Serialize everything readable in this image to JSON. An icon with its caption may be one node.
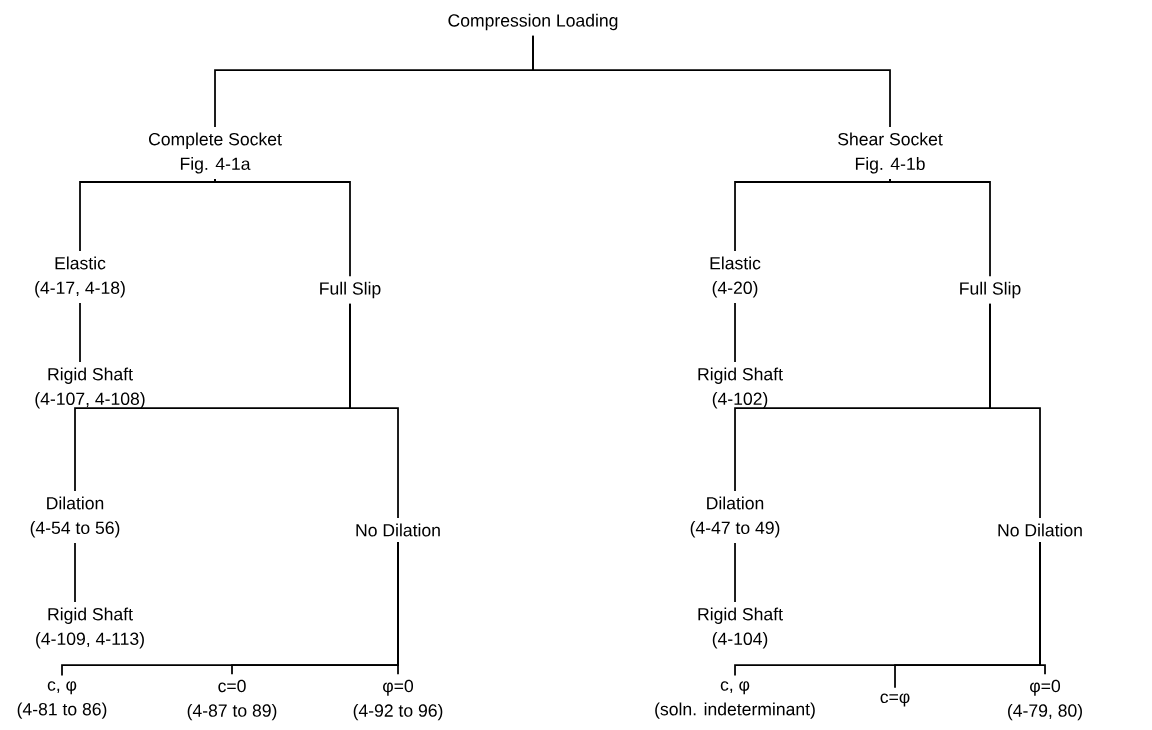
{
  "diagram": {
    "nodes": [
      {
        "text": [
          "Compression Loading"
        ]
      },
      {
        "text": [
          "Complete Socket",
          "Fig. 4-1a"
        ]
      },
      {
        "text": [
          "Shear Socket",
          "Fig. 4-1b"
        ]
      },
      {
        "text": [
          "Elastic",
          "(4-17, 4-18)"
        ]
      },
      {
        "text": [
          "Rigid Shaft",
          "(4-107, 4-108)"
        ]
      },
      {
        "text": [
          "Full Slip"
        ]
      },
      {
        "text": [
          "Dilation",
          "(4-54 to 56)"
        ]
      },
      {
        "text": [
          "Rigid Shaft",
          "(4-109, 4-113)"
        ]
      },
      {
        "text": [
          "No Dilation"
        ]
      },
      {
        "text": [
          "c, φ",
          "(4-81 to 86)"
        ]
      },
      {
        "text": [
          "c=0",
          "(4-87 to 89)"
        ]
      },
      {
        "text": [
          "φ=0",
          "(4-92 to 96)"
        ]
      },
      {
        "text": [
          "Elastic",
          "(4-20)"
        ]
      },
      {
        "text": [
          "Rigid Shaft",
          "(4-102)"
        ]
      },
      {
        "text": [
          "Full Slip"
        ]
      },
      {
        "text": [
          "Dilation",
          "(4-47 to 49)"
        ]
      },
      {
        "text": [
          "Rigid Shaft",
          "(4-104)"
        ]
      },
      {
        "text": [
          "No Dilation"
        ]
      },
      {
        "text": [
          "c, φ",
          "(soln. indeterminant)"
        ]
      },
      {
        "text": [
          "c=φ"
        ]
      },
      {
        "text": [
          "φ=0",
          "(4-79, 80)"
        ]
      }
    ],
    "edges": [
      {
        "from": 0,
        "to": 1,
        "arrow": "none"
      },
      {
        "from": 0,
        "to": 2,
        "arrow": "none"
      },
      {
        "from": 1,
        "to": 3,
        "arrow": "none"
      },
      {
        "from": 1,
        "to": 5,
        "arrow": "none"
      },
      {
        "from": 3,
        "to": 4,
        "arrow": "none"
      },
      {
        "from": 5,
        "to": 6,
        "arrow": "none"
      },
      {
        "from": 5,
        "to": 8,
        "arrow": "none"
      },
      {
        "from": 6,
        "to": 7,
        "arrow": "none"
      },
      {
        "from": 8,
        "to": 9,
        "arrow": "none"
      },
      {
        "from": 8,
        "to": 10,
        "arrow": "none"
      },
      {
        "from": 8,
        "to": 11,
        "arrow": "none"
      },
      {
        "from": 2,
        "to": 12,
        "arrow": "none"
      },
      {
        "from": 2,
        "to": 14,
        "arrow": "none"
      },
      {
        "from": 12,
        "to": 13,
        "arrow": "none"
      },
      {
        "from": 14,
        "to": 15,
        "arrow": "none"
      },
      {
        "from": 14,
        "to": 17,
        "arrow": "none"
      },
      {
        "from": 15,
        "to": 16,
        "arrow": "none"
      },
      {
        "from": 17,
        "to": 18,
        "arrow": "none"
      },
      {
        "from": 17,
        "to": 19,
        "arrow": "none"
      },
      {
        "from": 17,
        "to": 20,
        "arrow": "none"
      }
    ]
  }
}
